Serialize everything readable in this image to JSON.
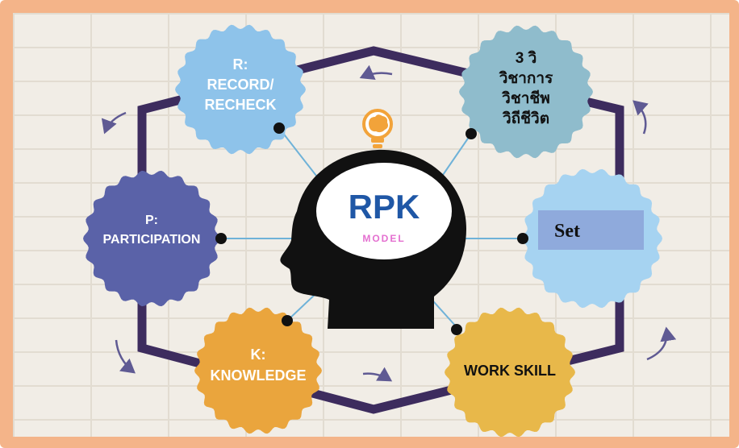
{
  "center": {
    "title": "RPK",
    "subtitle": "MODEL"
  },
  "nodes": {
    "record": {
      "line1": "R:",
      "line2": "RECORD/",
      "line3": "RECHECK"
    },
    "three_wi": {
      "line1": "3 วิ",
      "line2": "วิชาการ",
      "line3": "วิชาชีพ",
      "line4": "วิถีชีวิต"
    },
    "participation": {
      "line1": "P:",
      "line2": "PARTICIPATION"
    },
    "set": {
      "label": "Set"
    },
    "knowledge": {
      "line1": "K:",
      "line2": "KNOWLEDGE"
    },
    "work_skill": {
      "label": "WORK SKILL"
    }
  },
  "colors": {
    "frame": "#f4b489",
    "hexagon": "#3d2c5e",
    "record": "#8ec3ea",
    "three_wi": "#8fbccc",
    "participation": "#5a62a8",
    "set": "#a6d3f1",
    "knowledge": "#eaa53d",
    "work_skill": "#e8b84a",
    "set_box": "#8faadc",
    "rpk": "#1f57a6",
    "model": "#e470d0"
  }
}
